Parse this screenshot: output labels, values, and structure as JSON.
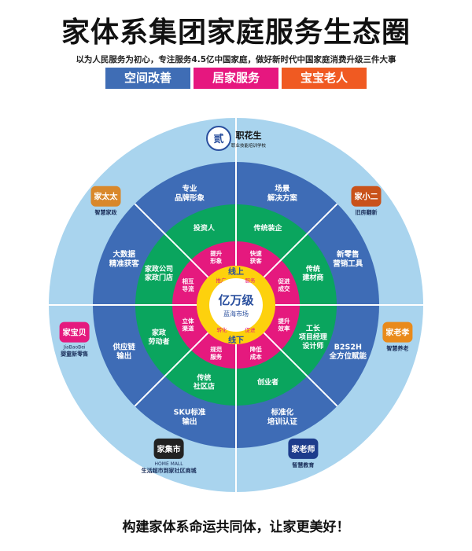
{
  "header": {
    "title": "家体系集团家庭服务生态圈",
    "subtitle": "以为人民服务为初心，专注服务4.5亿中国家庭，做好新时代中国家庭消费升级三件大事"
  },
  "tags": [
    "空间改善",
    "居家服务",
    "宝宝老人"
  ],
  "center": {
    "title": "亿万级",
    "sub": "蓝海市场"
  },
  "yellow": {
    "top": "线上",
    "bottom": "线下"
  },
  "pink_small": [
    "推广",
    "转化",
    "服务",
    "促进"
  ],
  "pink_cells": [
    [
      "提升",
      "形象"
    ],
    [
      "快速",
      "获客"
    ],
    [
      "促进",
      "成交"
    ],
    [
      "提升",
      "效率"
    ],
    [
      "降低",
      "成本"
    ],
    [
      "规范",
      "服务"
    ],
    [
      "立体",
      "渠道"
    ],
    [
      "相互",
      "导流"
    ]
  ],
  "green_cells": [
    [
      "投资人"
    ],
    [
      "传统装企"
    ],
    [
      "传统",
      "建材商"
    ],
    [
      "工长",
      "项目经理",
      "设计师"
    ],
    [
      "创业者"
    ],
    [
      "传统",
      "社区店"
    ],
    [
      "家政",
      "劳动者"
    ],
    [
      "家政公司",
      "家政门店"
    ]
  ],
  "blue_cells": [
    [
      "专业",
      "品牌形象"
    ],
    [
      "场景",
      "解决方案"
    ],
    [
      "新零售",
      "营销工具"
    ],
    [
      "B2S2H",
      "全方位赋能"
    ],
    [
      "标准化",
      "培训认证"
    ],
    [
      "SKU标准",
      "输出"
    ],
    [
      "供应链",
      "输出"
    ],
    [
      "大数据",
      "精准获客"
    ]
  ],
  "brands": [
    {
      "name": "职花生",
      "sub": "职业技能培训学校",
      "icon": "seal-icon"
    },
    {
      "name": "家小二",
      "sub": "旧房翻新",
      "icon": "mascot-icon"
    },
    {
      "name": "家老孝",
      "sub": "智慧养老",
      "icon": "logo-icon"
    },
    {
      "name": "家老师",
      "sub": "智慧教育",
      "icon": "cube-icon"
    },
    {
      "name": "家集市",
      "pre": "HOME MALL",
      "sub": "生活超市到家社区商城",
      "icon": "house-icon"
    },
    {
      "name": "家宝贝",
      "pre": "JiaBaoBei",
      "sub": "婴童新零售",
      "icon": "baby-logo-icon"
    },
    {
      "name": "家太太",
      "sub": "智慧家政",
      "icon": "lady-mascot-icon"
    }
  ],
  "footer": "构建家体系命运共同体，让家更美好！",
  "colors": {
    "outer": "#a9d4ee",
    "blue": "#3e6cb6",
    "green": "#0aa55e",
    "pink": "#e5197e",
    "yellow": "#fdd10d",
    "tag_blue": "#3f6db5",
    "tag_pink": "#e6177f",
    "tag_orange": "#f05a22"
  }
}
